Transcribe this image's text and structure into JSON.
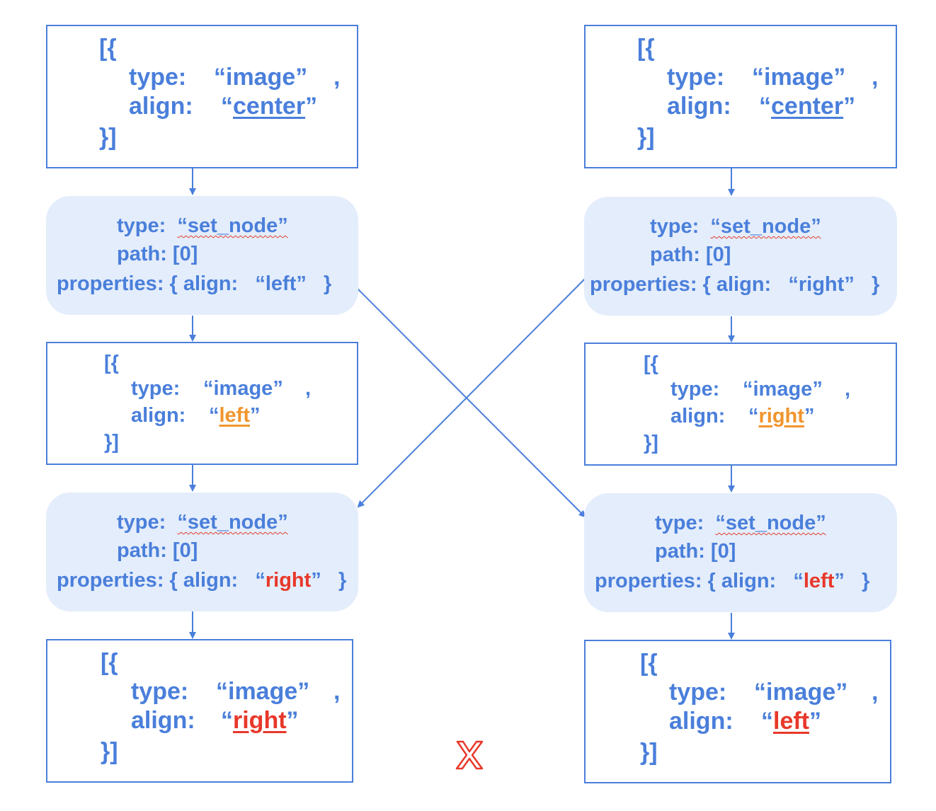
{
  "colors": {
    "stroke": "#4a7fdb",
    "op_fill": "#e4edfb",
    "text": "#4a7fdb",
    "changed_once": "#f0952d",
    "changed_twice": "#e8382a"
  },
  "snippet": {
    "open": "[{",
    "type_key": "type:",
    "type_value": "“image”",
    "comma": ",",
    "align_key": "align:",
    "quote_open": "“",
    "quote_close": "”",
    "close": "}]"
  },
  "op_snippet": {
    "type_line": "type:",
    "type_value": "“set_node”",
    "path_line": "path: [0]",
    "props_prefix": "properties: { align:",
    "quote_open": "“",
    "quote_close": "”",
    "props_suffix": "}"
  },
  "left_column": {
    "doc_initial": {
      "align": "center"
    },
    "op_first": {
      "align": "left"
    },
    "doc_middle": {
      "align": "left"
    },
    "op_second": {
      "align": "right"
    },
    "doc_final": {
      "align": "right"
    }
  },
  "right_column": {
    "doc_initial": {
      "align": "center"
    },
    "op_first": {
      "align": "right"
    },
    "doc_middle": {
      "align": "right"
    },
    "op_second": {
      "align": "left"
    },
    "doc_final": {
      "align": "left"
    }
  },
  "conflict_mark": {
    "icon": "x-mark-icon",
    "color": "#e8382a"
  }
}
